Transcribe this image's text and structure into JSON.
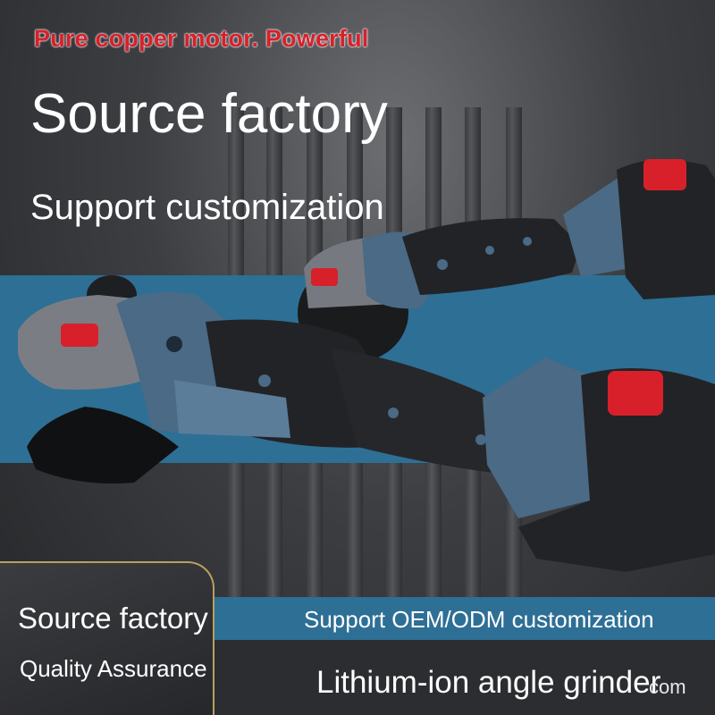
{
  "colors": {
    "accent_red": "#d8202a",
    "band_blue": "#2e6f95",
    "tool_blue": "#4a6a86",
    "tool_black": "#222326",
    "panel_gold": "#b8a060"
  },
  "headline": {
    "tagline": "Pure copper motor. Powerful",
    "title": "Source factory",
    "subtitle": "Support customization"
  },
  "footer": {
    "left_title": "Source factory",
    "left_sub": "Quality Assurance",
    "right_top": "Support OEM/ODM customization",
    "right_main": "Lithium-ion angle grinder",
    "suffix": "com"
  },
  "product": {
    "tools": [
      "angle-grinder-front",
      "angle-grinder-back"
    ]
  }
}
